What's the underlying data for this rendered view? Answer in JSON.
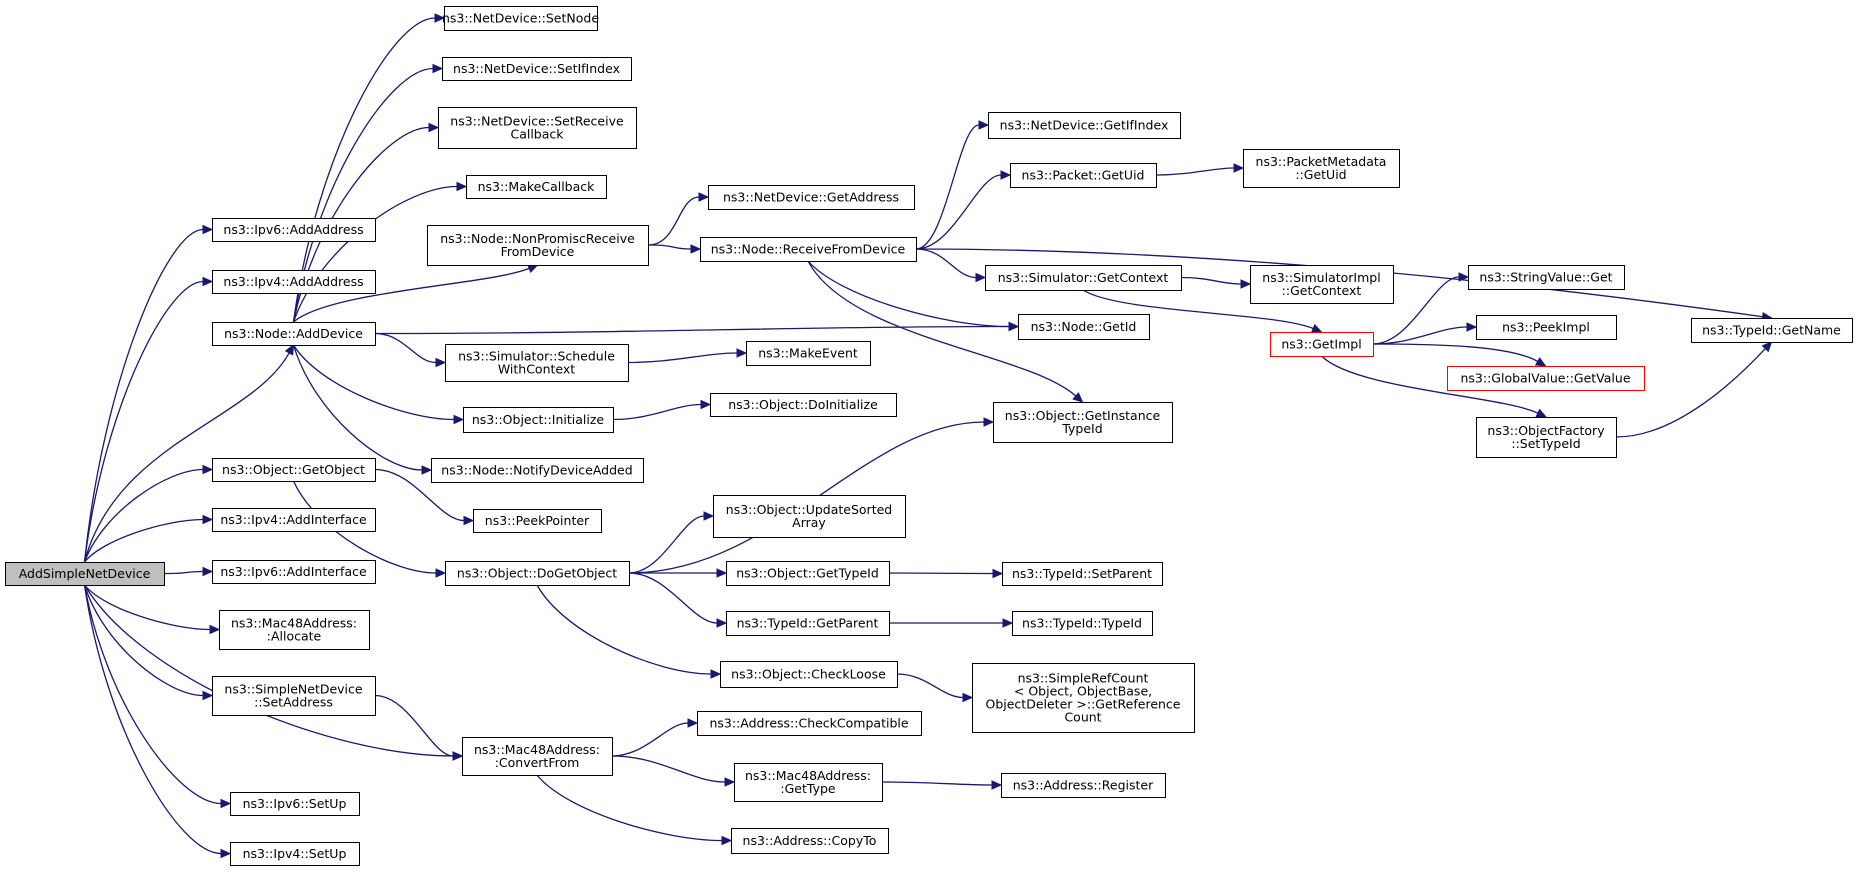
{
  "nodes": [
    {
      "id": "root",
      "lines": [
        "AddSimpleNetDevice"
      ],
      "style": "root"
    },
    {
      "id": "ipv6_addaddress",
      "lines": [
        "ns3::Ipv6::AddAddress"
      ]
    },
    {
      "id": "ipv4_addaddress",
      "lines": [
        "ns3::Ipv4::AddAddress"
      ]
    },
    {
      "id": "node_adddevice",
      "lines": [
        "ns3::Node::AddDevice"
      ]
    },
    {
      "id": "object_getobject",
      "lines": [
        "ns3::Object::GetObject"
      ]
    },
    {
      "id": "ipv4_addinterface",
      "lines": [
        "ns3::Ipv4::AddInterface"
      ]
    },
    {
      "id": "ipv6_addinterface",
      "lines": [
        "ns3::Ipv6::AddInterface"
      ]
    },
    {
      "id": "mac48_allocate",
      "lines": [
        "ns3::Mac48Address:",
        ":Allocate"
      ]
    },
    {
      "id": "simplenetdevice_setaddress",
      "lines": [
        "ns3::SimpleNetDevice",
        "::SetAddress"
      ]
    },
    {
      "id": "ipv6_setup",
      "lines": [
        "ns3::Ipv6::SetUp"
      ]
    },
    {
      "id": "ipv4_setup",
      "lines": [
        "ns3::Ipv4::SetUp"
      ]
    },
    {
      "id": "netdevice_setnode",
      "lines": [
        "ns3::NetDevice::SetNode"
      ]
    },
    {
      "id": "netdevice_setifindex",
      "lines": [
        "ns3::NetDevice::SetIfIndex"
      ]
    },
    {
      "id": "netdevice_setreceivecallback",
      "lines": [
        "ns3::NetDevice::SetReceive",
        "Callback"
      ]
    },
    {
      "id": "makecallback",
      "lines": [
        "ns3::MakeCallback"
      ]
    },
    {
      "id": "node_nonpromisc",
      "lines": [
        "ns3::Node::NonPromiscReceive",
        "FromDevice"
      ]
    },
    {
      "id": "simulator_schedulewithcontext",
      "lines": [
        "ns3::Simulator::Schedule",
        "WithContext"
      ]
    },
    {
      "id": "object_initialize",
      "lines": [
        "ns3::Object::Initialize"
      ]
    },
    {
      "id": "node_notifydeviceadded",
      "lines": [
        "ns3::Node::NotifyDeviceAdded"
      ]
    },
    {
      "id": "peekpointer",
      "lines": [
        "ns3::PeekPointer"
      ]
    },
    {
      "id": "object_dogetobject",
      "lines": [
        "ns3::Object::DoGetObject"
      ]
    },
    {
      "id": "mac48_convertfrom",
      "lines": [
        "ns3::Mac48Address:",
        ":ConvertFrom"
      ]
    },
    {
      "id": "netdevice_getaddress",
      "lines": [
        "ns3::NetDevice::GetAddress"
      ]
    },
    {
      "id": "node_receivefromdevice",
      "lines": [
        "ns3::Node::ReceiveFromDevice"
      ]
    },
    {
      "id": "makeevent",
      "lines": [
        "ns3::MakeEvent"
      ]
    },
    {
      "id": "object_doinitialize",
      "lines": [
        "ns3::Object::DoInitialize"
      ]
    },
    {
      "id": "object_updatesortedarray",
      "lines": [
        "ns3::Object::UpdateSorted",
        "Array"
      ]
    },
    {
      "id": "object_gettypeid",
      "lines": [
        "ns3::Object::GetTypeId"
      ]
    },
    {
      "id": "typeid_getparent",
      "lines": [
        "ns3::TypeId::GetParent"
      ]
    },
    {
      "id": "object_checkloose",
      "lines": [
        "ns3::Object::CheckLoose"
      ]
    },
    {
      "id": "address_checkcompatible",
      "lines": [
        "ns3::Address::CheckCompatible"
      ]
    },
    {
      "id": "mac48_gettype",
      "lines": [
        "ns3::Mac48Address:",
        ":GetType"
      ]
    },
    {
      "id": "address_copyto",
      "lines": [
        "ns3::Address::CopyTo"
      ]
    },
    {
      "id": "netdevice_getifindex",
      "lines": [
        "ns3::NetDevice::GetIfIndex"
      ]
    },
    {
      "id": "packet_getuid",
      "lines": [
        "ns3::Packet::GetUid"
      ]
    },
    {
      "id": "simulator_getcontext",
      "lines": [
        "ns3::Simulator::GetContext"
      ]
    },
    {
      "id": "node_getid",
      "lines": [
        "ns3::Node::GetId"
      ]
    },
    {
      "id": "object_getinstancetypeid",
      "lines": [
        "ns3::Object::GetInstance",
        "TypeId"
      ]
    },
    {
      "id": "typeid_setparent",
      "lines": [
        "ns3::TypeId::SetParent"
      ]
    },
    {
      "id": "typeid_typeid",
      "lines": [
        "ns3::TypeId::TypeId"
      ]
    },
    {
      "id": "simplerefcount_getreferencecount",
      "lines": [
        "ns3::SimpleRefCount",
        "< Object, ObjectBase,",
        "ObjectDeleter >::GetReference",
        "Count"
      ]
    },
    {
      "id": "address_register",
      "lines": [
        "ns3::Address::Register"
      ]
    },
    {
      "id": "packetmetadata_getuid",
      "lines": [
        "ns3::PacketMetadata",
        "::GetUid"
      ]
    },
    {
      "id": "simulatorimpl_getcontext",
      "lines": [
        "ns3::SimulatorImpl",
        "::GetContext"
      ]
    },
    {
      "id": "getimpl",
      "lines": [
        "ns3::GetImpl"
      ],
      "style": "red"
    },
    {
      "id": "stringvalue_get",
      "lines": [
        "ns3::StringValue::Get"
      ]
    },
    {
      "id": "peekimpl",
      "lines": [
        "ns3::PeekImpl"
      ]
    },
    {
      "id": "globalvalue_getvalue",
      "lines": [
        "ns3::GlobalValue::GetValue"
      ],
      "style": "red"
    },
    {
      "id": "objectfactory_settypeid",
      "lines": [
        "ns3::ObjectFactory",
        "::SetTypeId"
      ]
    },
    {
      "id": "typeid_getname",
      "lines": [
        "ns3::TypeId::GetName"
      ]
    }
  ],
  "edges": [
    [
      "root",
      "ipv6_addaddress"
    ],
    [
      "root",
      "ipv4_addaddress"
    ],
    [
      "root",
      "node_adddevice"
    ],
    [
      "root",
      "object_getobject"
    ],
    [
      "root",
      "ipv4_addinterface"
    ],
    [
      "root",
      "ipv6_addinterface"
    ],
    [
      "root",
      "mac48_allocate"
    ],
    [
      "root",
      "simplenetdevice_setaddress"
    ],
    [
      "root",
      "mac48_convertfrom"
    ],
    [
      "root",
      "ipv6_setup"
    ],
    [
      "root",
      "ipv4_setup"
    ],
    [
      "node_adddevice",
      "netdevice_setnode"
    ],
    [
      "node_adddevice",
      "netdevice_setifindex"
    ],
    [
      "node_adddevice",
      "netdevice_setreceivecallback"
    ],
    [
      "node_adddevice",
      "makecallback"
    ],
    [
      "node_adddevice",
      "node_nonpromisc"
    ],
    [
      "node_adddevice",
      "node_getid"
    ],
    [
      "node_adddevice",
      "simulator_schedulewithcontext"
    ],
    [
      "node_adddevice",
      "object_initialize"
    ],
    [
      "node_adddevice",
      "node_notifydeviceadded"
    ],
    [
      "node_nonpromisc",
      "netdevice_getaddress"
    ],
    [
      "node_nonpromisc",
      "node_receivefromdevice"
    ],
    [
      "node_receivefromdevice",
      "netdevice_getifindex"
    ],
    [
      "node_receivefromdevice",
      "packet_getuid"
    ],
    [
      "node_receivefromdevice",
      "typeid_getname"
    ],
    [
      "node_receivefromdevice",
      "simulator_getcontext"
    ],
    [
      "node_receivefromdevice",
      "node_getid"
    ],
    [
      "node_receivefromdevice",
      "object_getinstancetypeid"
    ],
    [
      "packet_getuid",
      "packetmetadata_getuid"
    ],
    [
      "simulator_getcontext",
      "simulatorimpl_getcontext"
    ],
    [
      "simulator_getcontext",
      "getimpl"
    ],
    [
      "getimpl",
      "stringvalue_get"
    ],
    [
      "getimpl",
      "peekimpl"
    ],
    [
      "getimpl",
      "globalvalue_getvalue"
    ],
    [
      "getimpl",
      "objectfactory_settypeid"
    ],
    [
      "objectfactory_settypeid",
      "typeid_getname"
    ],
    [
      "simulator_schedulewithcontext",
      "makeevent"
    ],
    [
      "object_initialize",
      "object_doinitialize"
    ],
    [
      "object_getobject",
      "peekpointer"
    ],
    [
      "object_getobject",
      "object_dogetobject"
    ],
    [
      "object_dogetobject",
      "object_getinstancetypeid"
    ],
    [
      "object_dogetobject",
      "object_updatesortedarray"
    ],
    [
      "object_dogetobject",
      "object_gettypeid"
    ],
    [
      "object_dogetobject",
      "typeid_getparent"
    ],
    [
      "object_dogetobject",
      "object_checkloose"
    ],
    [
      "object_gettypeid",
      "typeid_setparent"
    ],
    [
      "typeid_getparent",
      "typeid_typeid"
    ],
    [
      "object_checkloose",
      "simplerefcount_getreferencecount"
    ],
    [
      "simplenetdevice_setaddress",
      "mac48_convertfrom"
    ],
    [
      "mac48_convertfrom",
      "address_checkcompatible"
    ],
    [
      "mac48_convertfrom",
      "mac48_gettype"
    ],
    [
      "mac48_convertfrom",
      "address_copyto"
    ],
    [
      "mac48_gettype",
      "address_register"
    ]
  ]
}
